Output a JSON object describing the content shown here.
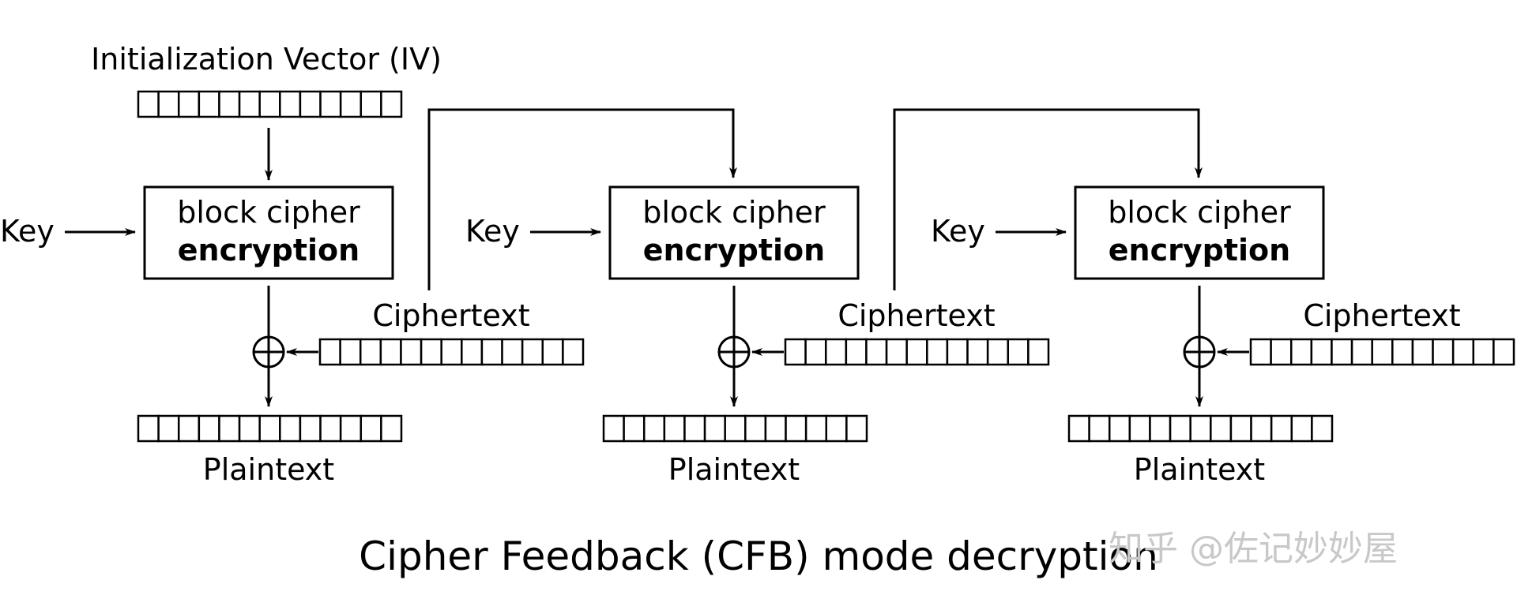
{
  "diagram": {
    "iv_label": "Initialization Vector (IV)",
    "caption": "Cipher Feedback (CFB) mode decryption",
    "watermark": "知乎 @佐记妙妙屋",
    "stages": [
      {
        "key_label": "Key",
        "cipher_line1": "block cipher",
        "cipher_line2": "encryption",
        "ciphertext_label": "Ciphertext",
        "plaintext_label": "Plaintext"
      },
      {
        "key_label": "Key",
        "cipher_line1": "block cipher",
        "cipher_line2": "encryption",
        "ciphertext_label": "Ciphertext",
        "plaintext_label": "Plaintext"
      },
      {
        "key_label": "Key",
        "cipher_line1": "block cipher",
        "cipher_line2": "encryption",
        "ciphertext_label": "Ciphertext",
        "plaintext_label": "Plaintext"
      }
    ]
  }
}
